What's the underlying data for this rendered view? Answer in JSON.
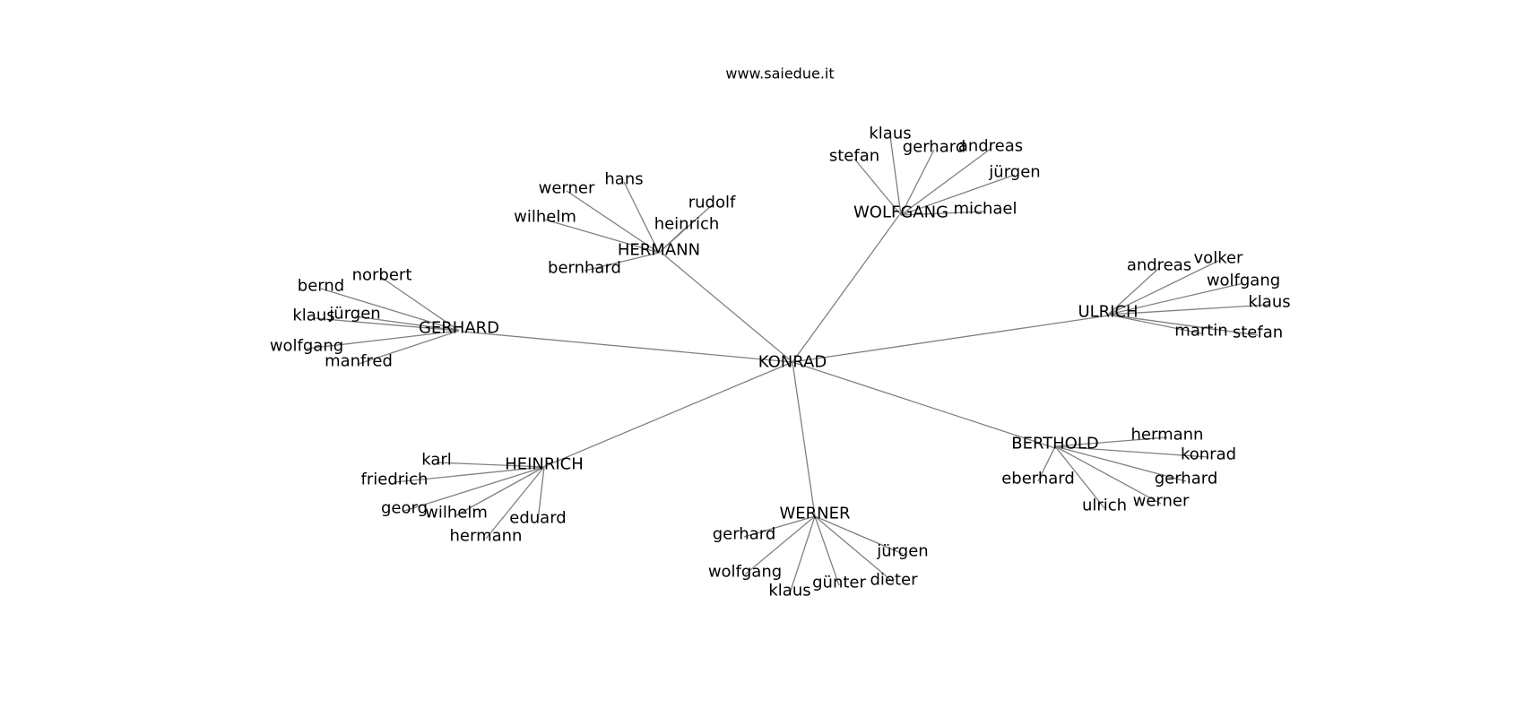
{
  "title": "www.saiedue.it",
  "colors": {
    "edge": "#808080",
    "text": "#000000",
    "background": "#ffffff"
  },
  "root": "KONRAD",
  "groups": [
    {
      "name": "HERMANN",
      "children": [
        "werner",
        "hans",
        "rudolf",
        "wilhelm",
        "heinrich",
        "bernhard"
      ]
    },
    {
      "name": "WOLFGANG",
      "children": [
        "klaus",
        "stefan",
        "gerhard",
        "andreas",
        "jürgen",
        "michael"
      ]
    },
    {
      "name": "GERHARD",
      "children": [
        "norbert",
        "bernd",
        "klaus",
        "jürgen",
        "wolfgang",
        "manfred"
      ]
    },
    {
      "name": "ULRICH",
      "children": [
        "andreas",
        "volker",
        "wolfgang",
        "klaus",
        "martin",
        "stefan"
      ]
    },
    {
      "name": "HEINRICH",
      "children": [
        "karl",
        "friedrich",
        "georg",
        "wilhelm",
        "eduard",
        "hermann"
      ]
    },
    {
      "name": "BERTHOLD",
      "children": [
        "hermann",
        "konrad",
        "gerhard",
        "eberhard",
        "ulrich",
        "werner"
      ]
    },
    {
      "name": "WERNER",
      "children": [
        "gerhard",
        "wolfgang",
        "klaus",
        "günter",
        "dieter",
        "jürgen"
      ]
    }
  ]
}
